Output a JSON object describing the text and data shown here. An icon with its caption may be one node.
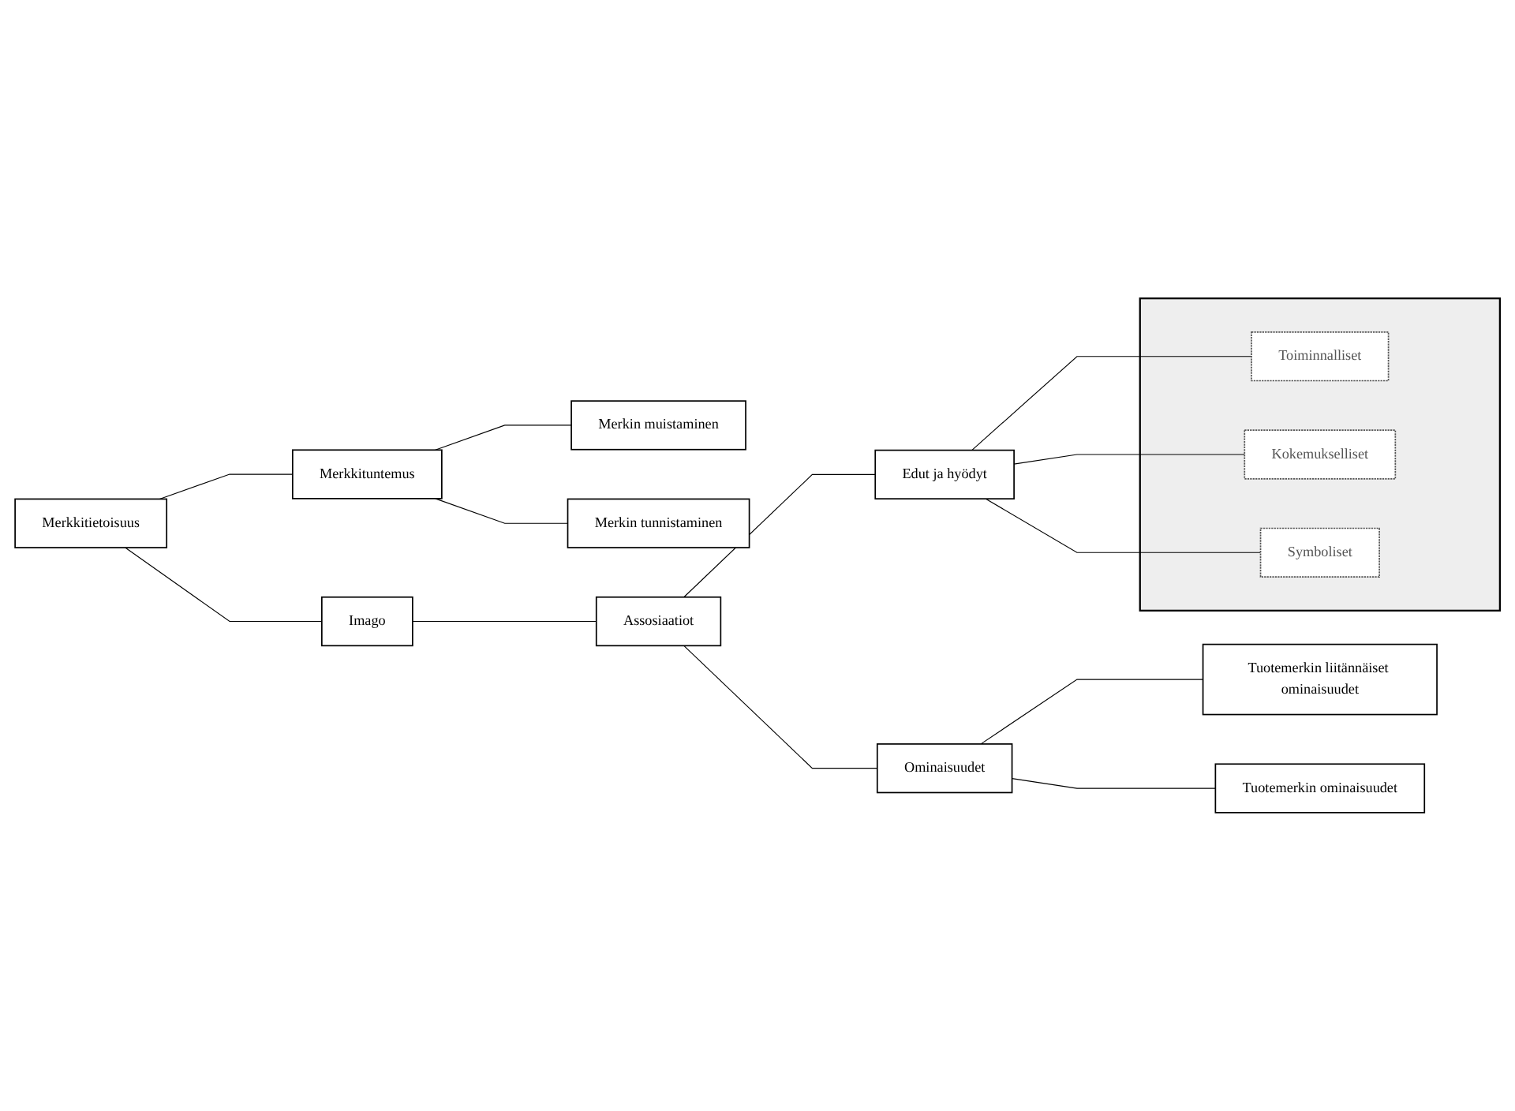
{
  "diagram": {
    "nodes": [
      {
        "text": [
          "Merkkitietoisuus"
        ]
      },
      {
        "text": [
          "Merkkituntemus"
        ]
      },
      {
        "text": [
          "Merkin muistaminen"
        ]
      },
      {
        "text": [
          "Merkin tunnistaminen"
        ]
      },
      {
        "text": [
          "Imago"
        ]
      },
      {
        "text": [
          "Assosiaatiot"
        ]
      },
      {
        "text": [
          "Ominaisuudet"
        ]
      },
      {
        "text": [
          "Tuotemerkin liitännäiset ominaisuudet"
        ]
      },
      {
        "text": [
          "Tuotemerkin ominaisuudet"
        ]
      },
      {
        "text": [
          "Edut ja hyödyt"
        ]
      },
      {
        "text": [],
        "shape": "box"
      },
      {
        "text": [
          "Toiminnalliset"
        ],
        "in": 10
      },
      {
        "text": [
          "Kokemukselliset"
        ],
        "in": 10
      },
      {
        "text": [
          "Symboliset"
        ],
        "in": 10
      }
    ],
    "edges": [
      {
        "from": 0,
        "to": 1,
        "arrow": "none"
      },
      {
        "from": 0,
        "to": 4,
        "arrow": "none"
      },
      {
        "from": 1,
        "to": 2,
        "arrow": "none"
      },
      {
        "from": 1,
        "to": 3,
        "arrow": "none"
      },
      {
        "from": 4,
        "to": 5,
        "arrow": "none"
      },
      {
        "from": 5,
        "to": 6,
        "arrow": "none"
      },
      {
        "from": 5,
        "to": 9,
        "arrow": "none"
      },
      {
        "from": 6,
        "to": 7,
        "arrow": "none"
      },
      {
        "from": 6,
        "to": 8,
        "arrow": "none"
      },
      {
        "from": 9,
        "to": 11,
        "arrow": "none"
      },
      {
        "from": 9,
        "to": 12,
        "arrow": "none"
      },
      {
        "from": 9,
        "to": 13,
        "arrow": "none"
      }
    ]
  }
}
